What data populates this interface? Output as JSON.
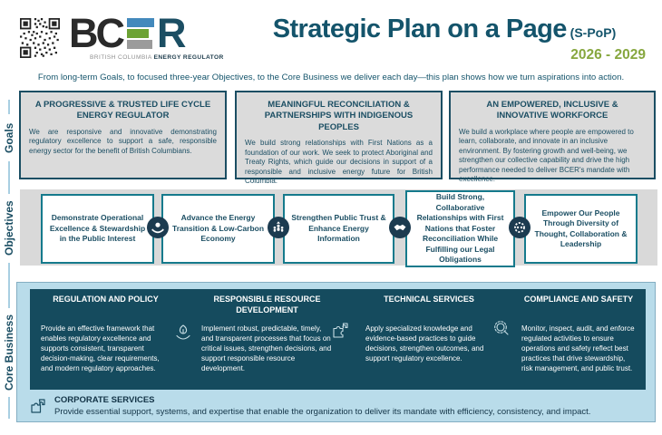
{
  "header": {
    "logo": {
      "bc": "BC",
      "r": "R",
      "sub_gray": "BRITISH COLUMBIA ",
      "sub_bold": "ENERGY REGULATOR"
    },
    "title": "Strategic Plan on a Page",
    "title_suffix": " (S-PoP)",
    "years": "2026 - 2029",
    "tagline": "From long-term Goals, to focused three-year Objectives, to the Core Business we deliver each day—this plan shows how we turn aspirations into action."
  },
  "rail": {
    "goals": "Goals",
    "objectives": "Objectives",
    "core": "Core Business"
  },
  "goals": [
    {
      "title": "A PROGRESSIVE & TRUSTED LIFE CYCLE ENERGY REGULATOR",
      "body": "We are responsive and innovative demonstrating regulatory excellence to support a safe, responsible energy sector for the benefit of British Columbians."
    },
    {
      "title": "MEANINGFUL RECONCILIATION & PARTNERSHIPS WITH INDIGENOUS PEOPLES",
      "body": "We build strong relationships with First Nations as a foundation of our work. We seek to protect Aboriginal and Treaty Rights, which guide our decisions in support of a responsible and inclusive energy future for British Columbia."
    },
    {
      "title": "AN EMPOWERED, INCLUSIVE & INNOVATIVE WORKFORCE",
      "body": "We build a workplace where people are empowered to learn, collaborate, and innovate in an inclusive environment. By fostering growth and well-being, we strengthen our collective capability and drive the high performance needed to deliver BCER's mandate with excellence."
    }
  ],
  "objectives": {
    "items": [
      "Demonstrate Operational Excellence & Stewardship in the Public Interest",
      "Advance the Energy Transition & Low-Carbon Economy",
      "Strengthen Public Trust & Enhance Energy Information",
      "Build Strong, Collaborative Relationships with First Nations that Foster Reconciliation While Fulfilling our Legal Obligations",
      "Empower Our People Through Diversity of Thought, Collaboration & Leadership"
    ],
    "icons": [
      "hand-globe-icon",
      "growth-people-icon",
      "handshake-icon",
      "gear-collaboration-icon"
    ]
  },
  "core_business": {
    "columns": [
      {
        "title": "REGULATION AND POLICY",
        "body": "Provide an effective framework that enables regulatory excellence and supports consistent, transparent decision-making, clear requirements, and modern regulatory approaches."
      },
      {
        "title": "RESPONSIBLE RESOURCE DEVELOPMENT",
        "body": "Implement robust, predictable, timely, and transparent processes that focus on critical issues, strengthen decisions, and support responsible resource development."
      },
      {
        "title": "TECHNICAL SERVICES",
        "body": "Apply specialized knowledge and evidence-based practices to guide decisions, strengthen outcomes, and support regulatory excellence."
      },
      {
        "title": "COMPLIANCE AND SAFETY",
        "body": "Monitor, inspect, audit, and enforce regulated activities to ensure operations and safety reflect best practices that drive stewardship, risk management, and public trust."
      }
    ],
    "icons": [
      "hand-leaf-icon",
      "puzzle-icon",
      "gear-inspection-icon"
    ]
  },
  "corporate": {
    "title": "CORPORATE SERVICES",
    "body": "Provide essential support, systems, and expertise that enable the organization to deliver its mandate with efficiency, consistency, and impact."
  },
  "colors": {
    "dark_teal": "#1B4E63",
    "title_teal": "#14546B",
    "accent_green": "#87A73F",
    "goal_box_bg": "#DBDBDB",
    "objectives_strip_bg": "#D9D9D9",
    "objective_border": "#157A8C",
    "circle_icon_bg": "#1C3B50",
    "core_panel_bg": "#B9DCEA",
    "core_box_bg": "#154B5E",
    "logo_blue": "#4389BC",
    "logo_green": "#6CA234",
    "logo_gray": "#9B9B9B"
  }
}
